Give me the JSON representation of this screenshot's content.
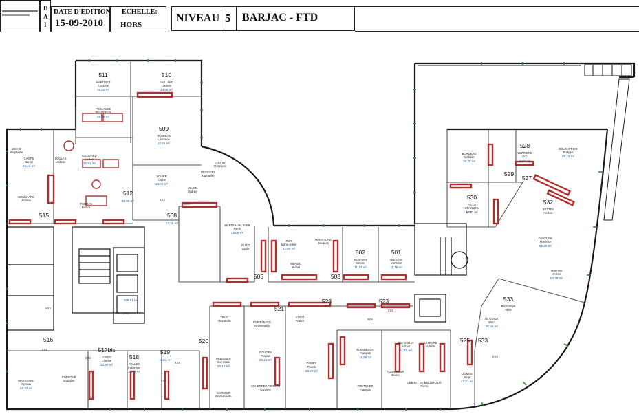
{
  "header": {
    "doc_code_letters": [
      "D",
      "A",
      "I"
    ],
    "date_label": "DATE D'EDITION:",
    "date_value": "15-09-2010",
    "scale_label": "ECHELLE:",
    "scale_value": "HORS",
    "level_label": "NIVEAU",
    "level_value": "5",
    "site_name": "BARJAC - FTD"
  },
  "colors": {
    "wall": "#1a1a1a",
    "partition": "#555555",
    "furniture": "#b03030",
    "window_mark": "#2e8b2e",
    "area_text": "#1a5fb4"
  },
  "rooms": [
    {
      "number": "511",
      "occupant": "MARTINET\nChristine",
      "area": "15,50 m²"
    },
    {
      "number": "510",
      "occupant": "SAILLARD\nLaurent",
      "area": "14,66 m²"
    },
    {
      "number": "",
      "occupant": "PRELAUDE\nBEAUDEUX",
      "area": "15,84 m²"
    },
    {
      "number": "509",
      "occupant": "SCHIRON\nLaurence",
      "area": "22,91 m²"
    },
    {
      "number": "",
      "occupant": "SIMAO\nStephanie",
      "area": ""
    },
    {
      "number": "",
      "occupant": "CAMPS\nDaniel",
      "area": "25,41 m²"
    },
    {
      "number": "",
      "occupant": "SOUCHARD\nJerome",
      "area": ""
    },
    {
      "number": "",
      "occupant": "SOULAS\nLudovic",
      "area": ""
    },
    {
      "number": "",
      "occupant": "ODOUARD\nLaurent",
      "area": "36,91 m²"
    },
    {
      "number": "",
      "occupant": "THOMAS\nPatrick",
      "area": ""
    },
    {
      "number": "515",
      "occupant": "",
      "area": ""
    },
    {
      "number": "512",
      "occupant": "",
      "area": "10,90 m²"
    },
    {
      "number": "",
      "occupant": "SOLIER\nCorine",
      "area": "18,99 m²"
    },
    {
      "number": "",
      "occupant": "VILDIN\nSydney",
      "area": ""
    },
    {
      "number": "",
      "occupant": "DESIDERI\nRaphaelle",
      "area": ""
    },
    {
      "number": "",
      "occupant": "CHOISY\nRoselyne",
      "area": ""
    },
    {
      "number": "508",
      "occupant": "",
      "area": "23,25 m²"
    },
    {
      "number": "",
      "occupant": "MARTEAU ALISIER\nRené",
      "area": "28,00 m²"
    },
    {
      "number": "",
      "occupant": "GUICZ\nLucile",
      "area": ""
    },
    {
      "number": "505",
      "occupant": "",
      "area": ""
    },
    {
      "number": "",
      "occupant": "ROY\nMarie-Josee",
      "area": "21,80 m²"
    },
    {
      "number": "",
      "occupant": "MARRACHE\nJacques",
      "area": ""
    },
    {
      "number": "",
      "occupant": "MEREZI\nMichel",
      "area": ""
    },
    {
      "number": "503",
      "occupant": "",
      "area": ""
    },
    {
      "number": "502",
      "occupant": "ROSTEIN\nCécile",
      "area": "11,24 m²"
    },
    {
      "number": "501",
      "occupant": "DUCLOS\nChristine",
      "area": "11,79 m²"
    },
    {
      "number": "",
      "occupant": "BORDEAU\nNathalie",
      "area": "16,30 m²"
    },
    {
      "number": "528",
      "occupant": "VERRIERE\nEric",
      "area": "9,80 m²"
    },
    {
      "number": "",
      "occupant": "DELOUVRIER\nPhilippe",
      "area": "36,16 m²"
    },
    {
      "number": "529",
      "occupant": "",
      "area": ""
    },
    {
      "number": "527",
      "occupant": "",
      "area": ""
    },
    {
      "number": "530",
      "occupant": "PICOT\nChristophe",
      "area": "11,87 m²"
    },
    {
      "number": "532",
      "occupant": "BETTEX\nHélène",
      "area": ""
    },
    {
      "number": "",
      "occupant": "FORTUNE\nFlorence",
      "area": "58,20 m²"
    },
    {
      "number": "",
      "occupant": "MARTIN\nHélène",
      "area": "54,78 m²"
    },
    {
      "number": "533",
      "occupant": "BAGUEUR\nAline",
      "area": ""
    },
    {
      "number": "",
      "occupant": "LE GOALT\nMarc",
      "area": "36,06 m²"
    },
    {
      "number": "525",
      "occupant": "",
      "area": ""
    },
    {
      "number": "533",
      "occupant": "",
      "area": ""
    },
    {
      "number": "523",
      "occupant": "",
      "area": ""
    },
    {
      "number": "523",
      "occupant": "",
      "area": ""
    },
    {
      "number": "521",
      "occupant": "",
      "area": ""
    },
    {
      "number": "",
      "occupant": "TRUC\nAlexandra",
      "area": ""
    },
    {
      "number": "",
      "occupant": "FORTUNATO\nEmmanuelle",
      "area": ""
    },
    {
      "number": "",
      "occupant": "COCO\nFranck",
      "area": ""
    },
    {
      "number": "520",
      "occupant": "",
      "area": ""
    },
    {
      "number": "",
      "occupant": "PELISSIER\nGuy-Marie",
      "area": "30,16 m²"
    },
    {
      "number": "",
      "occupant": "GOUGES\nFrance",
      "area": "36,23 m²"
    },
    {
      "number": "",
      "occupant": "SCHERRER-FERCAS\nCaroline",
      "area": ""
    },
    {
      "number": "",
      "occupant": "MARMIER\nEmmanuelle",
      "area": ""
    },
    {
      "number": "",
      "occupant": "DYMES\nFrance",
      "area": "39,47 m²"
    },
    {
      "number": "",
      "occupant": "ELKABBACH\nFrançois",
      "area": "16,86 m²"
    },
    {
      "number": "",
      "occupant": "PRETCHER\nFrançois",
      "area": ""
    },
    {
      "number": "",
      "occupant": "BELKHEIJA\nAmadi",
      "area": "41,75 m²"
    },
    {
      "number": "",
      "occupant": "LEFEVRE\nArlette",
      "area": ""
    },
    {
      "number": "",
      "occupant": "TOURNIEUR\nBruno",
      "area": ""
    },
    {
      "number": "",
      "occupant": "LEBRET DE BELLEFOND\nPierre",
      "area": ""
    },
    {
      "number": "",
      "occupant": "GOMES\nJorge",
      "area": "12,51 m²"
    },
    {
      "number": "516",
      "occupant": "",
      "area": ""
    },
    {
      "number": "",
      "occupant": "MARECHAL\nSylvain",
      "area": "26,33 m²"
    },
    {
      "number": "",
      "occupant": "CHEBOUB\nNourdine",
      "area": ""
    },
    {
      "number": "517bis",
      "occupant": "LOREO\nChantal",
      "area": "13,90 m²"
    },
    {
      "number": "518",
      "occupant": "FOLLES\nFabienne",
      "area": "10,46 m²"
    },
    {
      "number": "519",
      "occupant": "",
      "area": "11,51 m²"
    },
    {
      "number": "",
      "occupant": "",
      "area": "186,81 m²"
    }
  ],
  "small_marks": [
    "XXX"
  ]
}
